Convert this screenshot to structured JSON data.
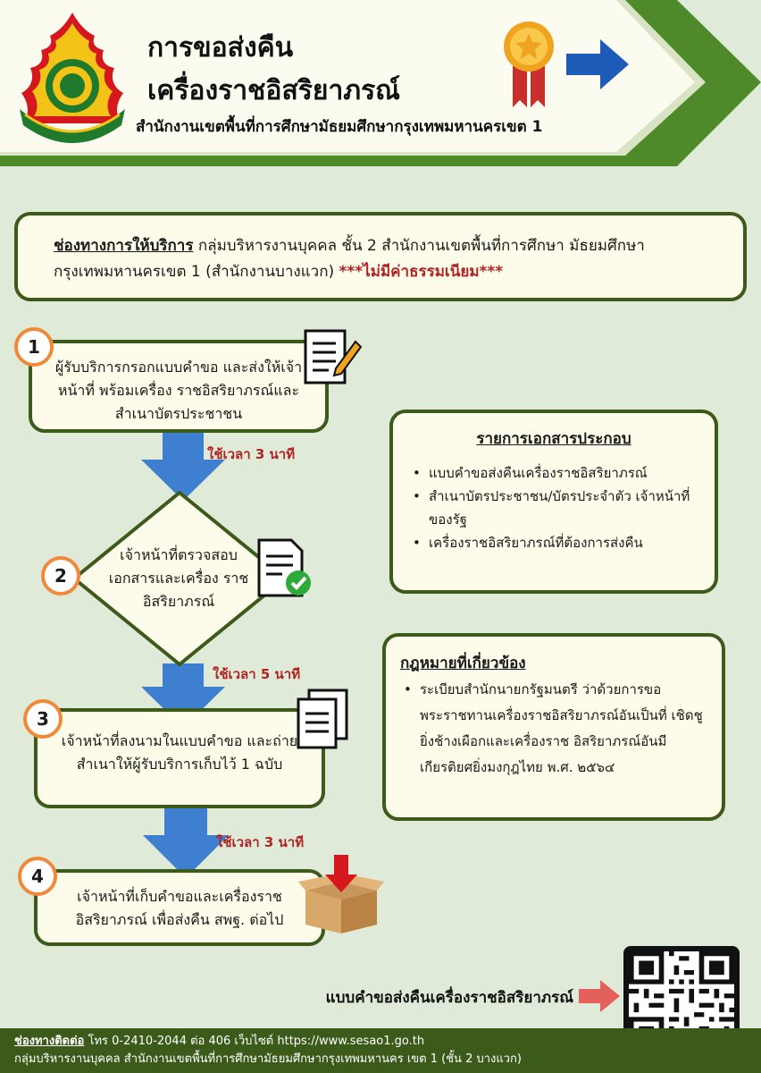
{
  "header": {
    "title_line1": "การขอส่งคืน",
    "title_line2": "เครื่องราชอิสริยาภรณ์",
    "subtitle": "สำนักงานเขตพื้นที่การศึกษามัธยมศึกษากรุงเทพมหานครเขต 1"
  },
  "service": {
    "label": "ช่องทางการให้บริการ",
    "text": " กลุ่มบริหารงานบุคคล ชั้น 2 สำนักงานเขตพื้นที่การศึกษา มัธยมศึกษากรุงเทพมหานครเขต 1 (สำนักงานบางแวก)  ",
    "fee_note": "***ไม่มีค่าธรรมเนียม***"
  },
  "steps": [
    {
      "number": "1",
      "text": "ผู้รับบริการกรอกแบบคำขอ และส่งให้เจ้าหน้าที่ พร้อมเครื่อง ราชอิสริยาภรณ์และสำเนาบัตรประชาชน"
    },
    {
      "number": "2",
      "text": "เจ้าหน้าที่ตรวจสอบ เอกสารและเครื่อง ราชอิสริยาภรณ์"
    },
    {
      "number": "3",
      "text": "เจ้าหน้าที่ลงนามในแบบคำขอ และถ่ายสำเนาให้ผู้รับบริการเก็บไว้ 1 ฉบับ"
    },
    {
      "number": "4",
      "text": "เจ้าหน้าที่เก็บคำขอและเครื่องราช อิสริยาภรณ์ เพื่อส่งคืน สพฐ. ต่อไป"
    }
  ],
  "times": [
    "ใช้เวลา 3 นาที",
    "ใช้เวลา 5 นาที",
    "ใช้เวลา 3  นาที"
  ],
  "documents": {
    "heading": "รายการเอกสารประกอบ",
    "items": [
      "แบบคำขอส่งคืนเครื่องราชอิสริยาภรณ์",
      "สำเนาบัตรประชาชน/บัตรประจำตัว เจ้าหน้าที่ของรัฐ",
      "เครื่องราชอิสริยาภรณ์ที่ต้องการส่งคืน"
    ]
  },
  "law": {
    "heading": "กฎหมายที่เกี่ยวข้อง",
    "items": [
      "ระเบียบสำนักนายกรัฐมนตรี ว่าด้วยการขอ พระราชทานเครื่องราชอิสริยาภรณ์อันเป็นที่ เชิดชูยิ่งช้างเผือกและเครื่องราช อิสริยาภรณ์อันมีเกียรติยศยิ่งมงกุฎไทย พ.ศ. ๒๕๖๔"
    ]
  },
  "qr": {
    "label": "แบบคำขอส่งคืนเครื่องราชอิสริยาภรณ์"
  },
  "footer": {
    "contact_label": "ช่องทางติดต่อ",
    "contact_text": " โทร 0-2410-2044 ต่อ 406 เว็บไซต์ https://www.sesao1.go.th",
    "line2": "กลุ่มบริหารงานบุคคล สำนักงานเขตพื้นที่การศึกษามัธยมศึกษากรุงเทพมหานคร เขต 1 (ชั้น 2 บางแวก)"
  },
  "colors": {
    "green_dark": "#3c5a1a",
    "green_mid": "#4e8a2a",
    "accent_red": "#b02424",
    "orange": "#ef8a3a",
    "arrow_blue": "#3f7fd0",
    "cream": "#fdfbe9"
  },
  "icons": [
    "agency-emblem-icon",
    "medal-icon",
    "right-arrow-icon",
    "document-edit-icon",
    "document-check-icon",
    "documents-copy-icon",
    "box-down-icon",
    "qr-code-icon",
    "pointer-arrow-icon"
  ]
}
